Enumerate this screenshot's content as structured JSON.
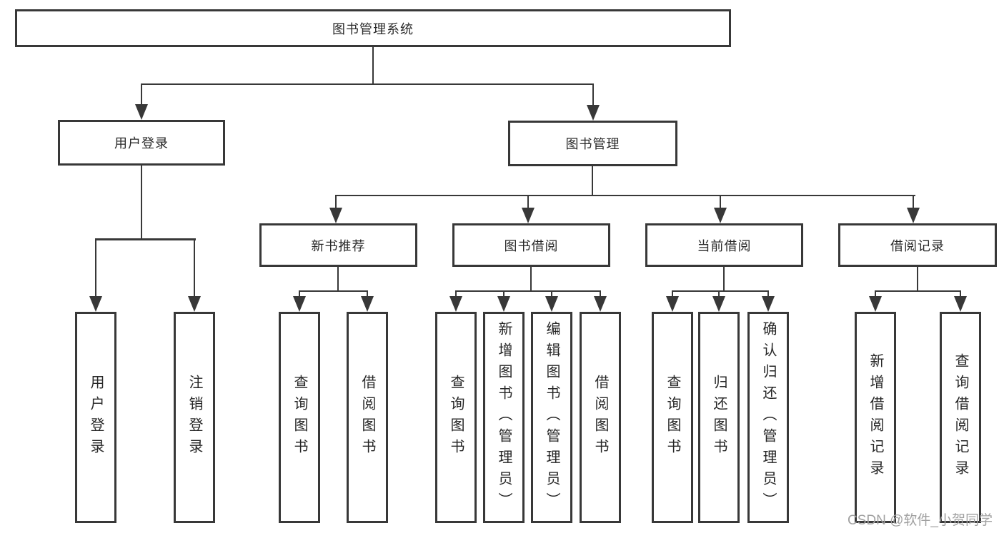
{
  "diagram": {
    "title_note": "functional structure chart",
    "root": {
      "label": "图书管理系统"
    },
    "branches": [
      {
        "label": "用户登录",
        "children": [
          {
            "label": "用户登录"
          },
          {
            "label": "注销登录"
          }
        ]
      },
      {
        "label": "图书管理",
        "children": [
          {
            "label": "新书推荐",
            "children": [
              {
                "label": "查询图书"
              },
              {
                "label": "借阅图书"
              }
            ]
          },
          {
            "label": "图书借阅",
            "children": [
              {
                "label": "查询图书"
              },
              {
                "label": "新增图书（管理员）"
              },
              {
                "label": "编辑图书（管理员）"
              },
              {
                "label": "借阅图书"
              }
            ]
          },
          {
            "label": "当前借阅",
            "children": [
              {
                "label": "查询图书"
              },
              {
                "label": "归还图书"
              },
              {
                "label": "确认归还（管理员）"
              }
            ]
          },
          {
            "label": "借阅记录",
            "children": [
              {
                "label": "新增借阅记录"
              },
              {
                "label": "查询借阅记录"
              }
            ]
          }
        ]
      }
    ]
  },
  "watermark": {
    "text": "CSDN @软件_小贺同学"
  },
  "colors": {
    "line": "#383838",
    "text": "#262626",
    "watermark": "#a0a0a0",
    "background": "#ffffff"
  }
}
